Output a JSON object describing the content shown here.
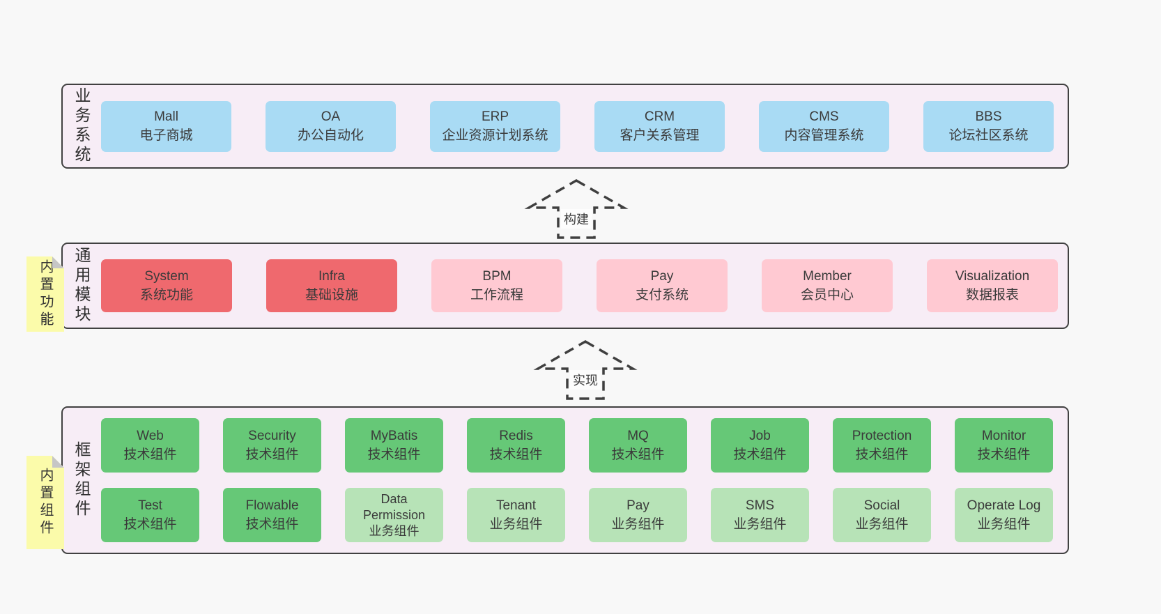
{
  "colors": {
    "page_bg": "#f8f8f8",
    "band_bg": "#f7edf6",
    "band_border": "#414141",
    "blue": "#a9dbf4",
    "red": "#ef696e",
    "pink": "#ffc9d2",
    "green": "#66c877",
    "green_light": "#b7e3b7",
    "note_bg": "#fbfbaa",
    "note_fold": "#c6c6c6",
    "text": "#3a3a3a"
  },
  "arrows": [
    {
      "label": "构建"
    },
    {
      "label": "实现"
    }
  ],
  "notes": [
    {
      "label": "内置功能"
    },
    {
      "label": "内置组件"
    }
  ],
  "bands": [
    {
      "label": "业务系统",
      "rows": [
        [
          {
            "tone": "blue",
            "lines": [
              "Mall",
              "电子商城"
            ]
          },
          {
            "tone": "blue",
            "lines": [
              "OA",
              "办公自动化"
            ]
          },
          {
            "tone": "blue",
            "lines": [
              "ERP",
              "企业资源计划系统"
            ]
          },
          {
            "tone": "blue",
            "lines": [
              "CRM",
              "客户关系管理"
            ]
          },
          {
            "tone": "blue",
            "lines": [
              "CMS",
              "内容管理系统"
            ]
          },
          {
            "tone": "blue",
            "lines": [
              "BBS",
              "论坛社区系统"
            ]
          }
        ]
      ]
    },
    {
      "label": "通用模块",
      "rows": [
        [
          {
            "tone": "red",
            "lines": [
              "System",
              "系统功能"
            ]
          },
          {
            "tone": "red",
            "lines": [
              "Infra",
              "基础设施"
            ]
          },
          {
            "tone": "pink",
            "lines": [
              "BPM",
              "工作流程"
            ]
          },
          {
            "tone": "pink",
            "lines": [
              "Pay",
              "支付系统"
            ]
          },
          {
            "tone": "pink",
            "lines": [
              "Member",
              "会员中心"
            ]
          },
          {
            "tone": "pink",
            "lines": [
              "Visualization",
              "数据报表"
            ]
          }
        ]
      ]
    },
    {
      "label": "框架组件",
      "rows": [
        [
          {
            "tone": "green",
            "lines": [
              "Web",
              "技术组件"
            ]
          },
          {
            "tone": "green",
            "lines": [
              "Security",
              "技术组件"
            ]
          },
          {
            "tone": "green",
            "lines": [
              "MyBatis",
              "技术组件"
            ]
          },
          {
            "tone": "green",
            "lines": [
              "Redis",
              "技术组件"
            ]
          },
          {
            "tone": "green",
            "lines": [
              "MQ",
              "技术组件"
            ]
          },
          {
            "tone": "green",
            "lines": [
              "Job",
              "技术组件"
            ]
          },
          {
            "tone": "green",
            "lines": [
              "Protection",
              "技术组件"
            ]
          },
          {
            "tone": "green",
            "lines": [
              "Monitor",
              "技术组件"
            ]
          }
        ],
        [
          {
            "tone": "green",
            "lines": [
              "Test",
              "技术组件"
            ]
          },
          {
            "tone": "green",
            "lines": [
              "Flowable",
              "技术组件"
            ]
          },
          {
            "tone": "green_light",
            "lines": [
              "Data",
              "Permission",
              "业务组件"
            ]
          },
          {
            "tone": "green_light",
            "lines": [
              "Tenant",
              "业务组件"
            ]
          },
          {
            "tone": "green_light",
            "lines": [
              "Pay",
              "业务组件"
            ]
          },
          {
            "tone": "green_light",
            "lines": [
              "SMS",
              "业务组件"
            ]
          },
          {
            "tone": "green_light",
            "lines": [
              "Social",
              "业务组件"
            ]
          },
          {
            "tone": "green_light",
            "lines": [
              "Operate Log",
              "业务组件"
            ]
          }
        ]
      ]
    }
  ]
}
